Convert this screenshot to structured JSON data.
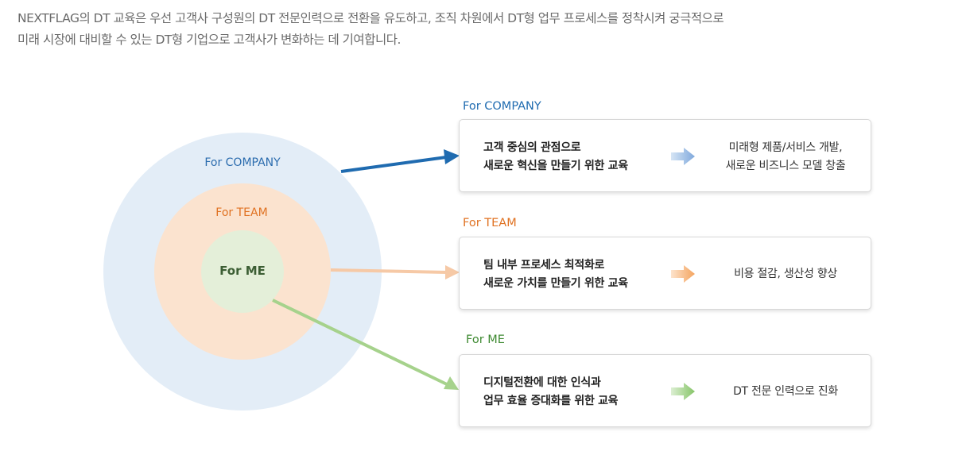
{
  "intro": {
    "line1": "NEXTFLAG의 DT 교육은 우선 고객사 구성원의 DT 전문인력으로 전환을 유도하고, 조직 차원에서 DT형 업무 프로세스를 정착시켜 궁극적으로",
    "line2": "미래 시장에 대비할 수 있는 DT형 기업으로 고객사가 변화하는 데 기여합니다."
  },
  "circles": {
    "company": "For COMPANY",
    "team": "For TEAM",
    "me": "For ME"
  },
  "sections": {
    "company": {
      "title": "For COMPANY",
      "desc_line1": "고객 중심의 관점으로",
      "desc_line2": "새로운 혁신을 만들기 위한 교육",
      "result_line1": "미래형 제품/서비스 개발,",
      "result_line2": "새로운 비즈니스 모델 창출"
    },
    "team": {
      "title": "For TEAM",
      "desc_line1": "팀 내부 프로세스 최적화로",
      "desc_line2": "새로운 가치를 만들기 위한 교육",
      "result_line1": "비용 절감, 생산성 향상"
    },
    "me": {
      "title": "For ME",
      "desc_line1": "디지털전환에 대한 인식과",
      "desc_line2": "업무 효율 증대화를 위한 교육",
      "result_line1": "DT 전문 인력으로 진화"
    }
  },
  "colors": {
    "company": "#1f6bb0",
    "team": "#e07222",
    "me": "#3f8a32",
    "outer_circle": "#e3edf7",
    "middle_circle": "#fbe3cf",
    "inner_circle": "#e4efd9"
  }
}
